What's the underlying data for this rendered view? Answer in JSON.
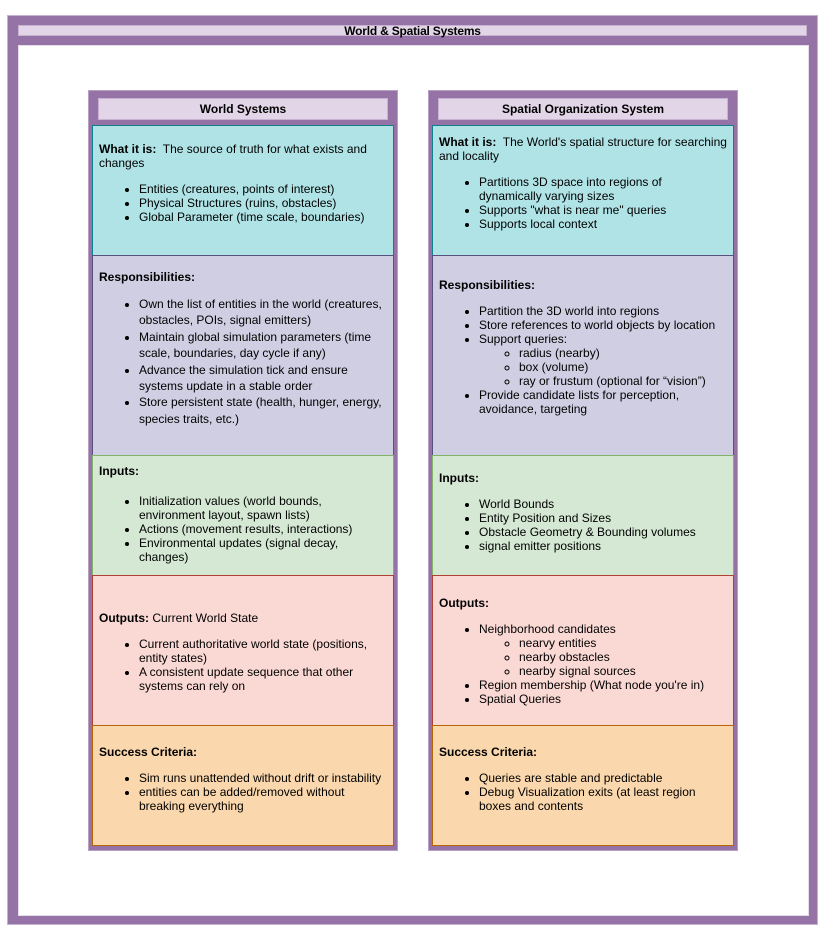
{
  "diagram": {
    "title": "World & Spatial Systems",
    "colors": {
      "frame": "#9673a6",
      "frame_title_bg": "#e1d5e7",
      "what_bg": "#b0e3e6",
      "responsibilities_bg": "#d0cee2",
      "inputs_bg": "#d5e8d4",
      "outputs_bg": "#fad9d5",
      "success_bg": "#fad7ac"
    },
    "columns": [
      {
        "title": "World Systems",
        "what": {
          "label": "What it is:",
          "text": "  The source of truth for what exists and changes",
          "items": [
            "Entities (creatures, points of interest)",
            "Physical Structures (ruins, obstacles)",
            "Global Parameter (time scale, boundaries)"
          ]
        },
        "responsibilities": {
          "label": "Responsibilities:",
          "items": [
            "Own the list of entities in the world (creatures, obstacles, POIs, signal emitters)",
            "Maintain global simulation parameters (time scale, boundaries, day cycle if any)",
            "Advance the simulation tick and ensure systems update in a stable order",
            "Store persistent state (health, hunger, energy, species traits, etc.)"
          ]
        },
        "inputs": {
          "label": "Inputs:",
          "items": [
            "Initialization values (world bounds, environment layout, spawn lists)",
            "Actions (movement results, interactions)",
            "Environmental updates (signal decay, changes)"
          ]
        },
        "outputs": {
          "label": "Outputs:",
          "text": " Current World State",
          "items": [
            "Current authoritative world state (positions, entity states)",
            "A consistent update sequence that other systems can rely on"
          ]
        },
        "success": {
          "label": "Success Criteria:",
          "items": [
            "Sim runs unattended without drift or instability",
            "entities can be added/removed without breaking everything"
          ]
        }
      },
      {
        "title": "Spatial Organization System",
        "what": {
          "label": "What it is:",
          "text": "  The World's spatial structure for searching and locality",
          "items": [
            "Partitions 3D space into regions of dynamically varying sizes",
            "Supports \"what is near me\" queries",
            "Supports local context"
          ]
        },
        "responsibilities": {
          "label": "Responsibilities:",
          "items": [
            "Partition the 3D world into regions",
            "Store references to world objects by location",
            "Support queries:",
            "Provide candidate lists for perception, avoidance, targeting"
          ],
          "query_subitems": [
            "radius (nearby)",
            "box (volume)",
            "ray or frustum (optional for “vision”)"
          ]
        },
        "inputs": {
          "label": "Inputs:",
          "items": [
            "World Bounds",
            "Entity Position and Sizes",
            "Obstacle Geometry & Bounding volumes",
            "signal emitter positions"
          ]
        },
        "outputs": {
          "label": "Outputs:",
          "items": [
            "Neighborhood candidates",
            "Region membership (What node you're in)",
            "Spatial Queries"
          ],
          "neighborhood_subitems": [
            "nearvy entities",
            "nearby obstacles",
            "nearby signal sources"
          ]
        },
        "success": {
          "label": "Success Criteria:",
          "items": [
            "Queries are stable and predictable",
            "Debug Visualization exits (at least region boxes and contents"
          ]
        }
      }
    ]
  }
}
